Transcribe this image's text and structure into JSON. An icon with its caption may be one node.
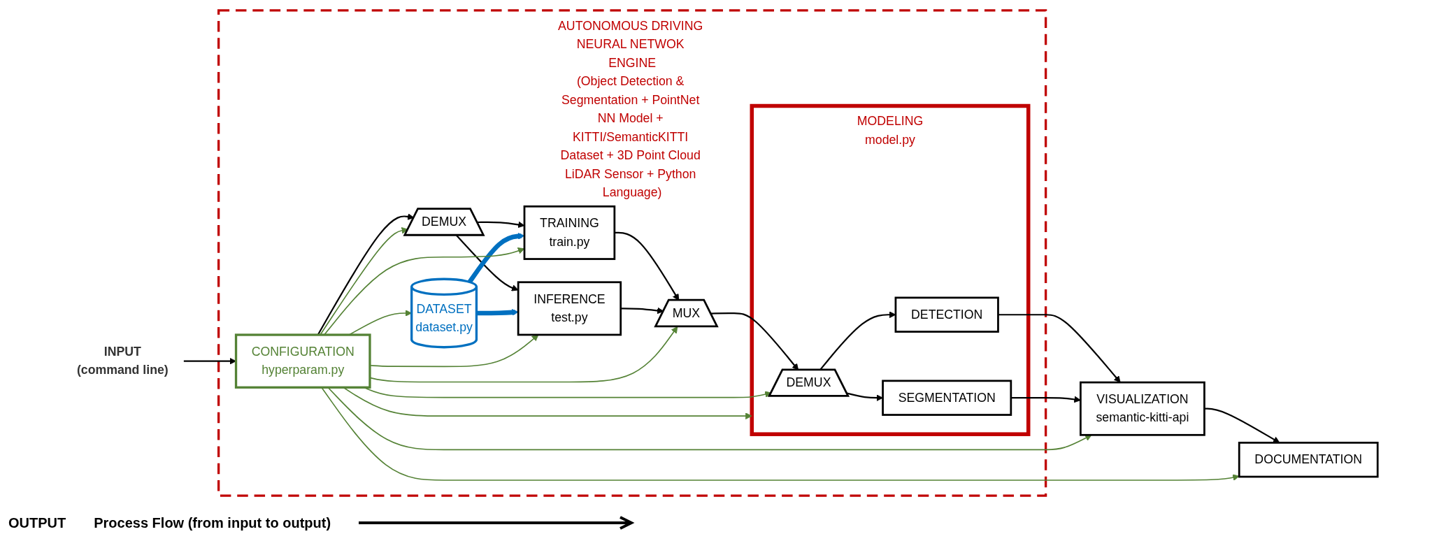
{
  "diagram": {
    "nodes": [
      {
        "text": [
          "INPUT",
          "(command line)"
        ]
      },
      {
        "text": [
          "AUTONOMOUS DRIVING NEURAL NETWOK ENGINE",
          "(Object Detection & Segmentation + PointNet NN Model + KITTI/SemanticKITTI Dataset + 3D Point Cloud LiDAR Sensor + Python Language)"
        ]
      },
      {
        "text": [
          "DATASET",
          "dataset.py"
        ],
        "in": 1
      },
      {
        "text": [
          "CONFIGURATION",
          "hyperparam.py"
        ],
        "in": 1
      },
      {
        "text": [
          "DEMUX"
        ],
        "in": 1
      },
      {
        "text": [
          "TRAINING",
          "train.py"
        ],
        "in": 1
      },
      {
        "text": [
          "INFERENCE",
          "test.py"
        ],
        "in": 1
      },
      {
        "text": [
          "MUX"
        ],
        "in": 1
      },
      {
        "text": [
          "MODELING",
          "model.py"
        ],
        "in": 1
      },
      {
        "text": [
          "DEMUX"
        ],
        "in": 8
      },
      {
        "text": [
          "DETECTION"
        ],
        "in": 8
      },
      {
        "text": [
          "SEGMENTATION"
        ],
        "in": 8
      },
      {
        "text": [
          "VISUALIZATION",
          "semantic-kitti-api"
        ]
      },
      {
        "text": [
          "DOCUMENTATION"
        ]
      }
    ],
    "edges": [
      {
        "from": 0,
        "to": 3,
        "arrow": "to"
      },
      {
        "from": 3,
        "to": 4,
        "arrow": "to"
      },
      {
        "from": 4,
        "to": 5,
        "arrow": "to"
      },
      {
        "from": 4,
        "to": 6,
        "arrow": "to"
      },
      {
        "from": 2,
        "to": 5,
        "arrow": "to",
        "style": "thick",
        "color": "#0070c0"
      },
      {
        "from": 2,
        "to": 6,
        "arrow": "to",
        "style": "thick",
        "color": "#0070c0"
      },
      {
        "from": 5,
        "to": 7,
        "arrow": "to"
      },
      {
        "from": 6,
        "to": 7,
        "arrow": "to"
      },
      {
        "from": 7,
        "to": 9,
        "arrow": "to"
      },
      {
        "from": 9,
        "to": 10,
        "arrow": "to"
      },
      {
        "from": 9,
        "to": 11,
        "arrow": "to"
      },
      {
        "from": 10,
        "to": 12,
        "arrow": "to"
      },
      {
        "from": 11,
        "to": 12,
        "arrow": "to"
      },
      {
        "from": 12,
        "to": 13,
        "arrow": "to"
      },
      {
        "from": 3,
        "to": 2,
        "arrow": "to",
        "color": "#548235"
      },
      {
        "from": 3,
        "to": 4,
        "arrow": "to",
        "color": "#548235"
      },
      {
        "from": 3,
        "to": 5,
        "arrow": "to",
        "color": "#548235"
      },
      {
        "from": 3,
        "to": 6,
        "arrow": "to",
        "color": "#548235"
      },
      {
        "from": 3,
        "to": 7,
        "arrow": "to",
        "color": "#548235"
      },
      {
        "from": 3,
        "to": 9,
        "arrow": "to",
        "color": "#548235"
      },
      {
        "from": 3,
        "to": 8,
        "arrow": "to",
        "color": "#548235"
      },
      {
        "from": 3,
        "to": 12,
        "arrow": "to",
        "color": "#548235"
      },
      {
        "from": 3,
        "to": 13,
        "arrow": "to",
        "color": "#548235"
      }
    ],
    "labels": [
      "OUTPUT",
      "Process Flow (from input to output)"
    ]
  }
}
